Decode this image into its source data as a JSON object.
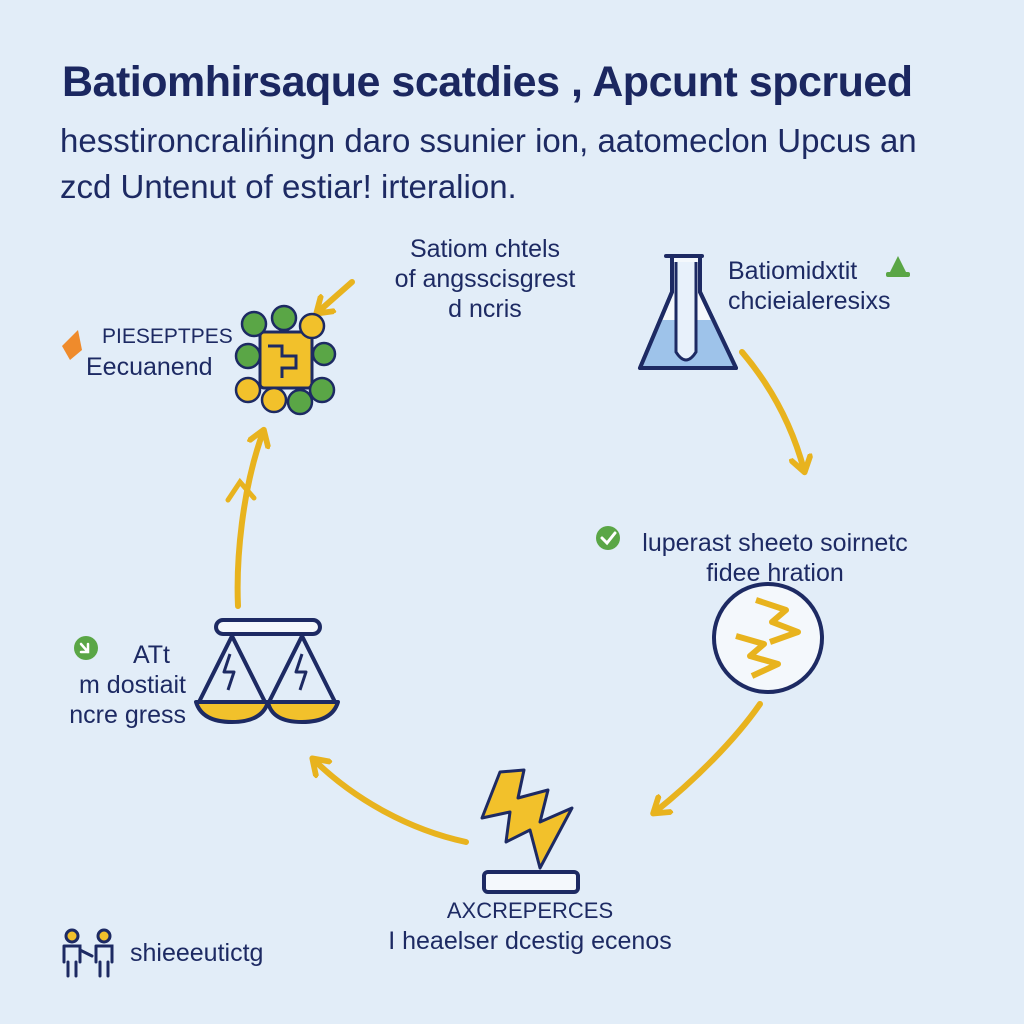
{
  "title": "Batiomhirsaque scatdies , Apcunt spcrued",
  "subtitle": {
    "line1": "hesstironcralińingn daro ssunier ion, aatomeclon Upcus an",
    "line2": "zcd Untenut of estiar! irteralion."
  },
  "nodes": {
    "top_center": {
      "line1": "Satiom chtels",
      "line2": "of angsscisgrest",
      "line3": "d ncris"
    },
    "top_left": {
      "line1": "PIESEPTPES",
      "line2": "Eecuanend"
    },
    "top_right": {
      "line1": "Batiomidxtit",
      "line2": "chcieialeresixs"
    },
    "right": {
      "line1": "luperast sheeto soirnetc",
      "line2": "fidee hration"
    },
    "left": {
      "line1": "ATt",
      "line2": "m dostiait",
      "line3": "ncre gress"
    },
    "bottom": {
      "line1": "AXCREPERCES",
      "line2": "I heaelser dcestig ecenos"
    }
  },
  "footer": {
    "label": "shieeeutictg"
  },
  "colors": {
    "background": "#e2edf8",
    "text": "#1d2a63",
    "arrow": "#e8b31e",
    "green": "#5aa646",
    "orange": "#ef8b2c",
    "flask_liquid": "#9ec3ea"
  }
}
